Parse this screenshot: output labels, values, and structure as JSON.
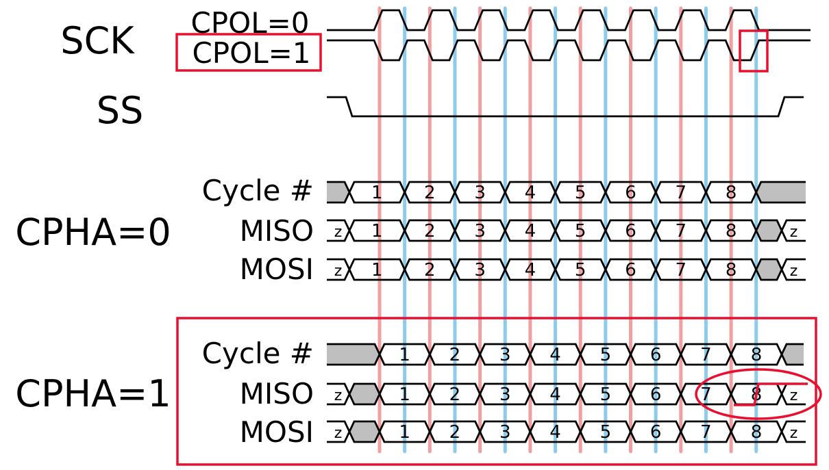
{
  "colors": {
    "sample_edge": "#f0a0a0",
    "shift_edge": "#8ccbec",
    "highlight": "#e8102e",
    "undefined_fill": "#bfbfbf",
    "signal": "#000000"
  },
  "labels": {
    "sck": "SCK",
    "cpol0": "CPOL=0",
    "cpol1": "CPOL=1",
    "ss": "SS",
    "cpha0": "CPHA=0",
    "cpha1": "CPHA=1",
    "cycle": "Cycle #",
    "miso": "MISO",
    "mosi": "MOSI"
  },
  "cycles": [
    "1",
    "2",
    "3",
    "4",
    "5",
    "6",
    "7",
    "8"
  ],
  "z_label": "z",
  "edges": {
    "count": 8,
    "leading_color": "sample_edge",
    "trailing_color": "shift_edge"
  },
  "rows": {
    "cpha0": {
      "cycle": {
        "leading": "undefined",
        "trailing": "undefined"
      },
      "miso": {
        "leading": "z",
        "trailing": [
          "undefined",
          "z"
        ]
      },
      "mosi": {
        "leading": "z",
        "trailing": [
          "undefined",
          "z"
        ]
      }
    },
    "cpha1": {
      "cycle": {
        "leading": "undefined",
        "trailing": "undefined"
      },
      "miso": {
        "leading": [
          "z",
          "undefined"
        ],
        "trailing": "z"
      },
      "mosi": {
        "leading": [
          "z",
          "undefined"
        ],
        "trailing": "z"
      }
    }
  },
  "annotations": [
    {
      "name": "cpol1-highlight-box",
      "shape": "rectangle",
      "target": "CPOL=1 label"
    },
    {
      "name": "last-edge-highlight-box",
      "shape": "rectangle",
      "target": "final SCK edge (CPOL=1)"
    },
    {
      "name": "cpha1-highlight-box",
      "shape": "rectangle",
      "target": "CPHA=1 section"
    },
    {
      "name": "miso-tristate-ellipse",
      "shape": "ellipse",
      "target": "MISO cycles 7-8 to z (CPHA=1)"
    }
  ]
}
